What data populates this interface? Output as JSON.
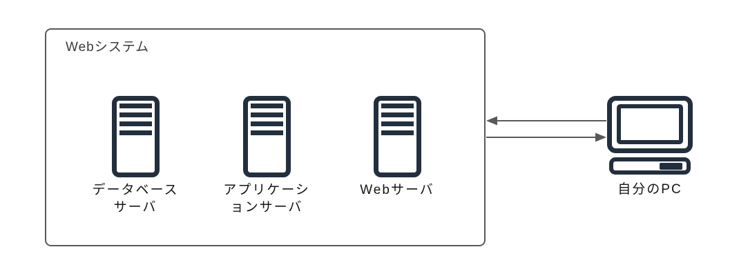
{
  "diagram": {
    "system_boundary": {
      "label": "Webシステム"
    },
    "nodes": [
      {
        "id": "database-server",
        "label": "データベース\nサーバ",
        "icon": "server-icon"
      },
      {
        "id": "application-server",
        "label": "アプリケーシ\nョンサーバ",
        "icon": "server-icon"
      },
      {
        "id": "web-server",
        "label": "Webサーバ",
        "icon": "server-icon"
      },
      {
        "id": "my-pc",
        "label": "自分のPC",
        "icon": "desktop-pc-icon"
      }
    ],
    "edges": [
      {
        "from": "my-pc",
        "to": "web-system",
        "arrowhead": "left"
      },
      {
        "from": "web-system",
        "to": "my-pc",
        "arrowhead": "right"
      }
    ],
    "colors": {
      "icon_dark": "#232f3e",
      "boundary_border": "#595959",
      "arrow_line": "#595959",
      "title_text": "#3b3b3b",
      "label_text": "#141414",
      "background": "#ffffff"
    }
  }
}
